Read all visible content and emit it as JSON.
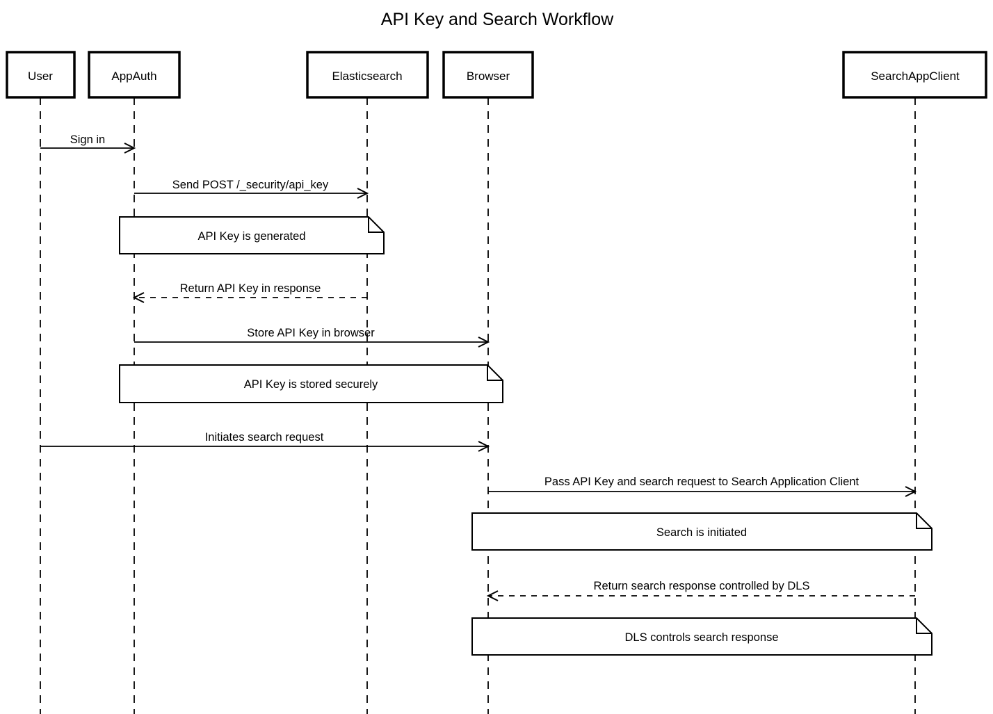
{
  "title": "API Key and Search Workflow",
  "colors": {
    "stroke": "#000000",
    "fill": "#ffffff"
  },
  "participants": [
    {
      "name": "User"
    },
    {
      "name": "AppAuth"
    },
    {
      "name": "Elasticsearch"
    },
    {
      "name": "Browser"
    },
    {
      "name": "SearchAppClient"
    }
  ],
  "messages": [
    {
      "label": "Sign in",
      "from": "User",
      "to": "AppAuth",
      "style": "solid"
    },
    {
      "label": "Send POST /_security/api_key",
      "from": "AppAuth",
      "to": "Elasticsearch",
      "style": "solid"
    },
    {
      "label": "Return API Key in response",
      "from": "Elasticsearch",
      "to": "AppAuth",
      "style": "dashed"
    },
    {
      "label": "Store API Key in browser",
      "from": "AppAuth",
      "to": "Browser",
      "style": "solid"
    },
    {
      "label": "Initiates search request",
      "from": "User",
      "to": "Browser",
      "style": "solid"
    },
    {
      "label": "Pass API Key and search request to Search Application Client",
      "from": "Browser",
      "to": "SearchAppClient",
      "style": "solid"
    },
    {
      "label": "Return search response controlled by DLS",
      "from": "SearchAppClient",
      "to": "Browser",
      "style": "dashed"
    }
  ],
  "notes": [
    {
      "label": "API Key is generated",
      "over": "AppAuth, Elasticsearch"
    },
    {
      "label": "API Key is stored securely",
      "over": "AppAuth, Browser"
    },
    {
      "label": "Search is initiated",
      "over": "Browser, SearchAppClient"
    },
    {
      "label": "DLS controls search response",
      "over": "Browser, SearchAppClient"
    }
  ]
}
